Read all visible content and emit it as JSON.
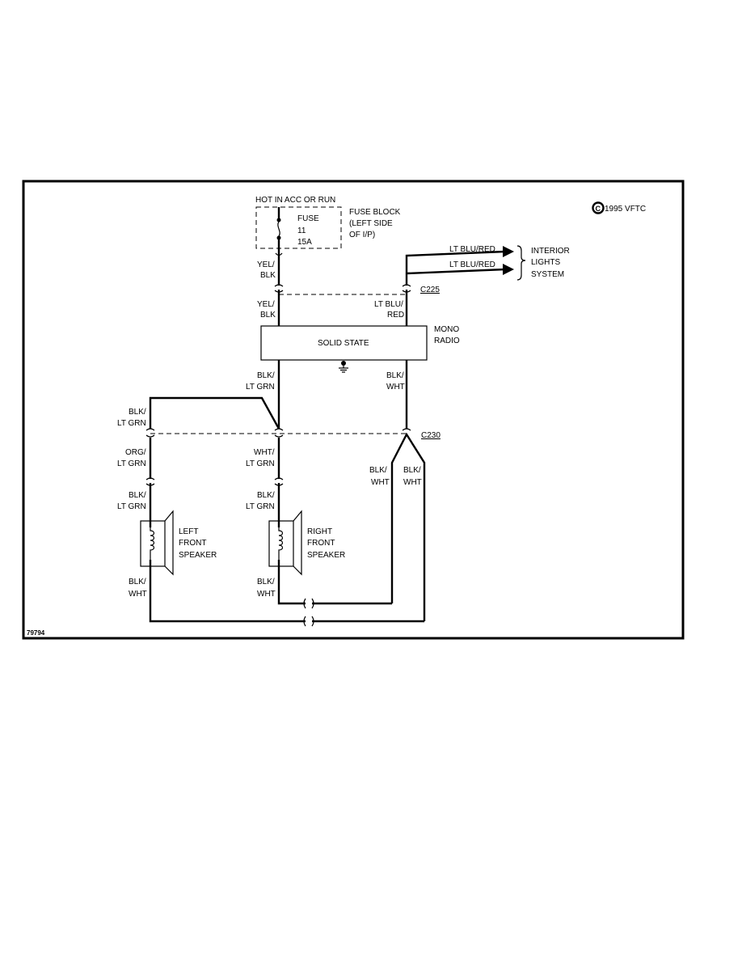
{
  "figure_id": "79794",
  "copyright": {
    "symbol": "C",
    "text": "1995 VFTC"
  },
  "power": {
    "label": "HOT IN ACC OR RUN"
  },
  "fuse": {
    "name": "FUSE",
    "number": "11",
    "rating": "15A",
    "block_line1": "FUSE BLOCK",
    "block_line2": "(LEFT SIDE",
    "block_line3": "OF I/P)"
  },
  "wires": {
    "yel_blk_top": {
      "line1": "YEL/",
      "line2": "BLK"
    },
    "yel_blk_bottom": {
      "line1": "YEL/",
      "line2": "BLK"
    },
    "lt_blu_red_left": {
      "line1": "LT BLU/",
      "line2": "RED"
    },
    "interior_wire1": "LT BLU/RED",
    "interior_wire2": "LT BLU/RED",
    "radio_left_out": {
      "line1": "BLK/",
      "line2": "LT GRN"
    },
    "radio_right_out": {
      "line1": "BLK/",
      "line2": "WHT"
    },
    "left_far": {
      "line1": "BLK/",
      "line2": "LT GRN"
    },
    "org_lt_grn": {
      "line1": "ORG/",
      "line2": "LT GRN"
    },
    "wht_lt_grn": {
      "line1": "WHT/",
      "line2": "LT GRN"
    },
    "c230_blk_wht_a": {
      "line1": "BLK/",
      "line2": "WHT"
    },
    "c230_blk_wht_b": {
      "line1": "BLK/",
      "line2": "WHT"
    },
    "left_spk_in": {
      "line1": "BLK/",
      "line2": "LT GRN"
    },
    "right_spk_in": {
      "line1": "BLK/",
      "line2": "LT GRN"
    },
    "left_spk_out": {
      "line1": "BLK/",
      "line2": "WHT"
    },
    "right_spk_out": {
      "line1": "BLK/",
      "line2": "WHT"
    }
  },
  "connectors": {
    "c225": "C225",
    "c230": "C230"
  },
  "radio": {
    "label": "SOLID STATE",
    "name_line1": "MONO",
    "name_line2": "RADIO"
  },
  "interior": {
    "line1": "INTERIOR",
    "line2": "LIGHTS",
    "line3": "SYSTEM"
  },
  "left_speaker": {
    "line1": "LEFT",
    "line2": "FRONT",
    "line3": "SPEAKER"
  },
  "right_speaker": {
    "line1": "RIGHT",
    "line2": "FRONT",
    "line3": "SPEAKER"
  }
}
